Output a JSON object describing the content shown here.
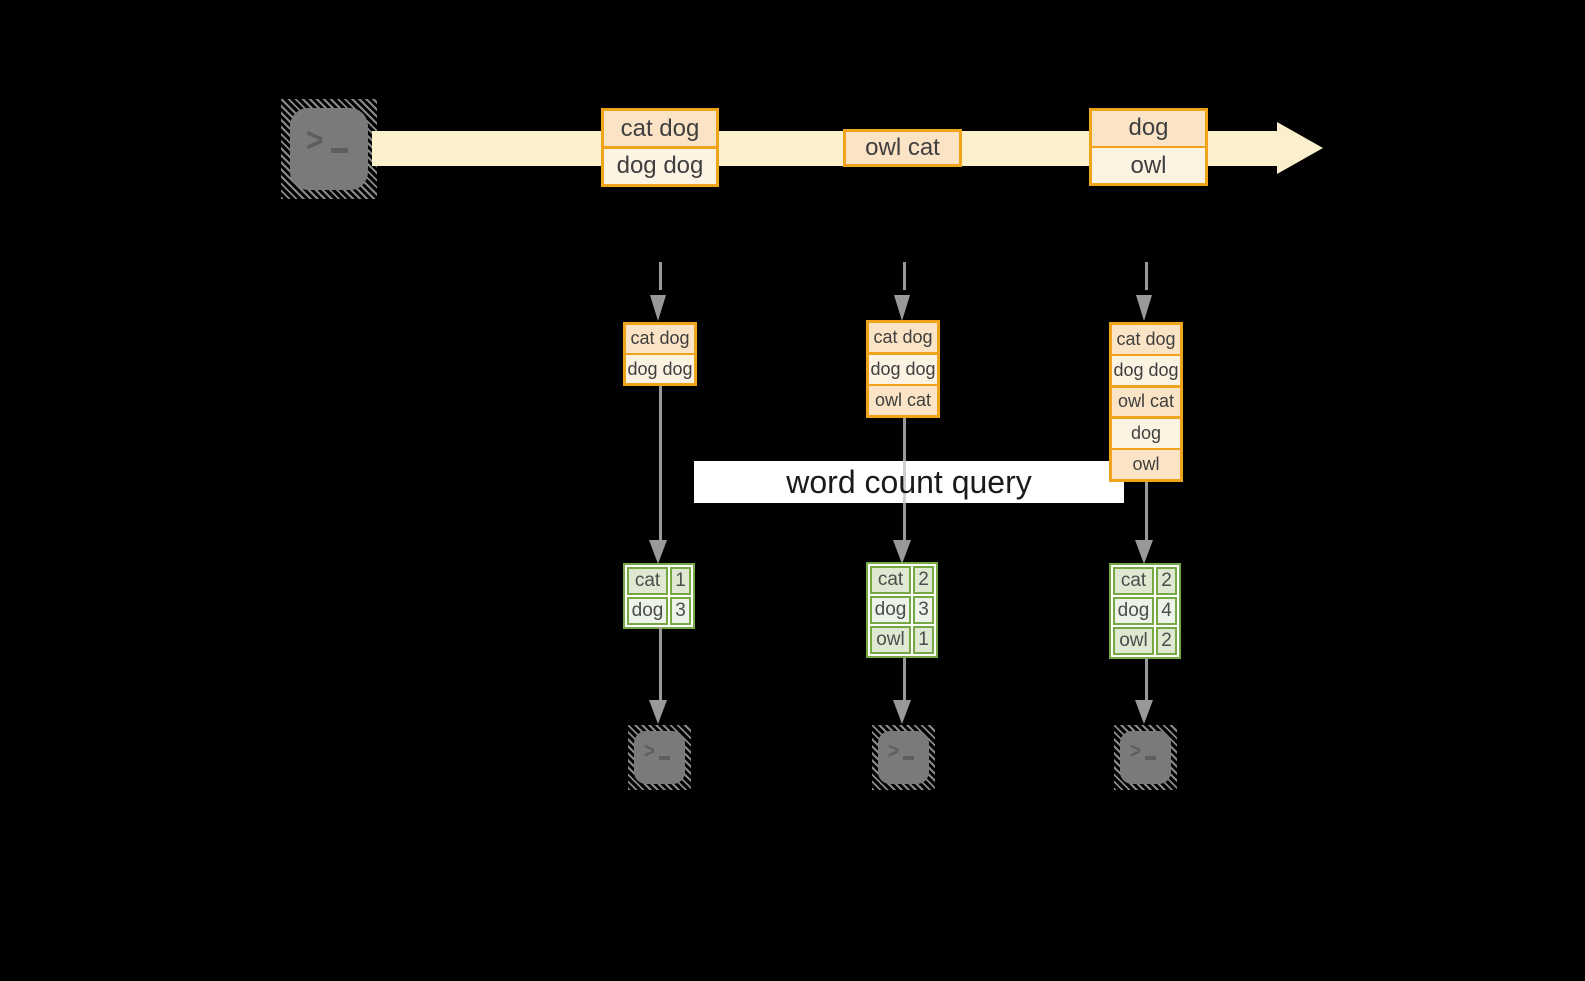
{
  "colors": {
    "background": "#000000",
    "stream_band": "#faf0cb",
    "orange_border": "#f0a41c",
    "cell_peach": "#fbe4c5",
    "cell_cream": "#fdf3e3",
    "green_border": "#76a943",
    "cell_green": "#dfe9d2",
    "cell_green_light": "#eef3e9",
    "connector_gray": "#999999",
    "terminal_gray": "#7a7a7a",
    "label_background": "#ffffff",
    "label_text": "#1b1b1b"
  },
  "query_label": "word count query",
  "batches": [
    {
      "cells": [
        "cat dog",
        "dog dog"
      ]
    },
    {
      "cells": [
        "owl cat"
      ]
    },
    {
      "cells": [
        "dog",
        "owl"
      ]
    }
  ],
  "input_stacks": [
    {
      "items": [
        "cat dog",
        "dog dog"
      ]
    },
    {
      "items": [
        "cat dog",
        "dog dog",
        "owl cat"
      ]
    },
    {
      "items": [
        "cat dog",
        "dog dog",
        "owl cat",
        "dog",
        "owl"
      ]
    }
  ],
  "result_tables": [
    {
      "rows": [
        {
          "word": "cat",
          "count": "1"
        },
        {
          "word": "dog",
          "count": "3"
        }
      ]
    },
    {
      "rows": [
        {
          "word": "cat",
          "count": "2"
        },
        {
          "word": "dog",
          "count": "3"
        },
        {
          "word": "owl",
          "count": "1"
        }
      ]
    },
    {
      "rows": [
        {
          "word": "cat",
          "count": "2"
        },
        {
          "word": "dog",
          "count": "4"
        },
        {
          "word": "owl",
          "count": "2"
        }
      ]
    }
  ]
}
